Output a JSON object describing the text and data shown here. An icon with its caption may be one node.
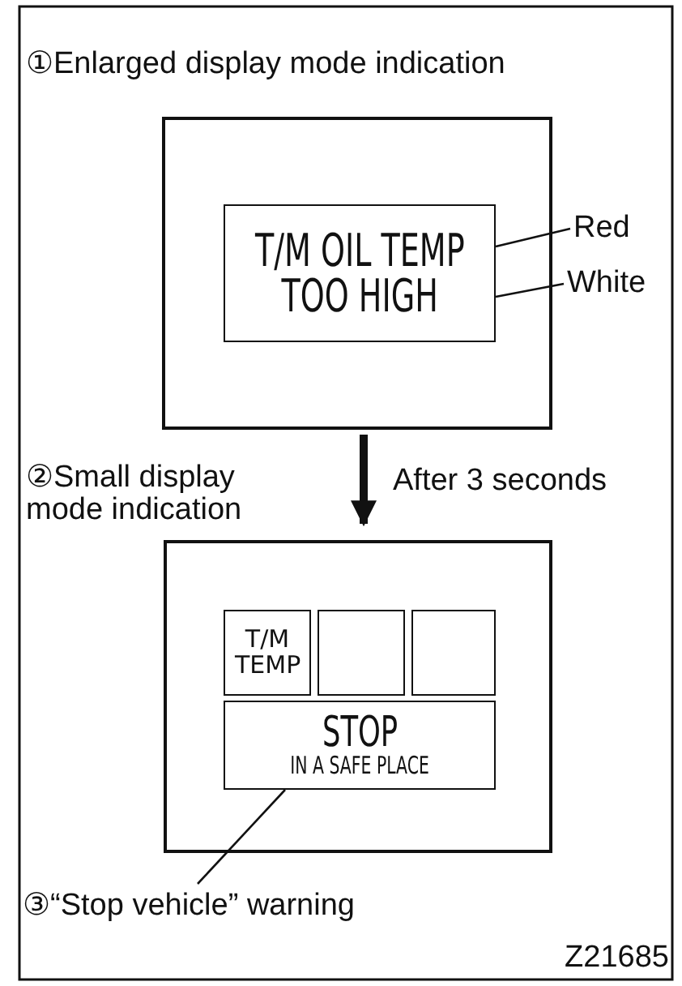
{
  "diagram": {
    "nodes": [
      {
        "text": [
          "①Enlarged display mode indication"
        ]
      },
      {
        "text": [
          "T/M OIL TEMP",
          "TOO HIGH"
        ],
        "in": 0
      },
      {
        "text": [
          "Red"
        ]
      },
      {
        "text": [
          "White"
        ]
      },
      {
        "text": [
          "②Small display mode indication"
        ]
      },
      {
        "text": [
          "T/M TEMP"
        ],
        "in": 4
      },
      {
        "text": [],
        "shape": "box",
        "in": 4
      },
      {
        "text": [],
        "shape": "box",
        "in": 4
      },
      {
        "text": [
          "STOP",
          "IN A SAFE PLACE"
        ],
        "in": 4
      },
      {
        "text": [
          "③“Stop vehicle” warning"
        ]
      }
    ],
    "edges": [
      {
        "from": 2,
        "to": 1,
        "arrow": "none"
      },
      {
        "from": 3,
        "to": 1,
        "arrow": "none"
      },
      {
        "from": 0,
        "to": 4,
        "arrow": "to",
        "label": "After 3 seconds",
        "style": "thick"
      },
      {
        "from": 9,
        "to": 8,
        "arrow": "none"
      }
    ],
    "labels": [
      "Z21685"
    ]
  }
}
